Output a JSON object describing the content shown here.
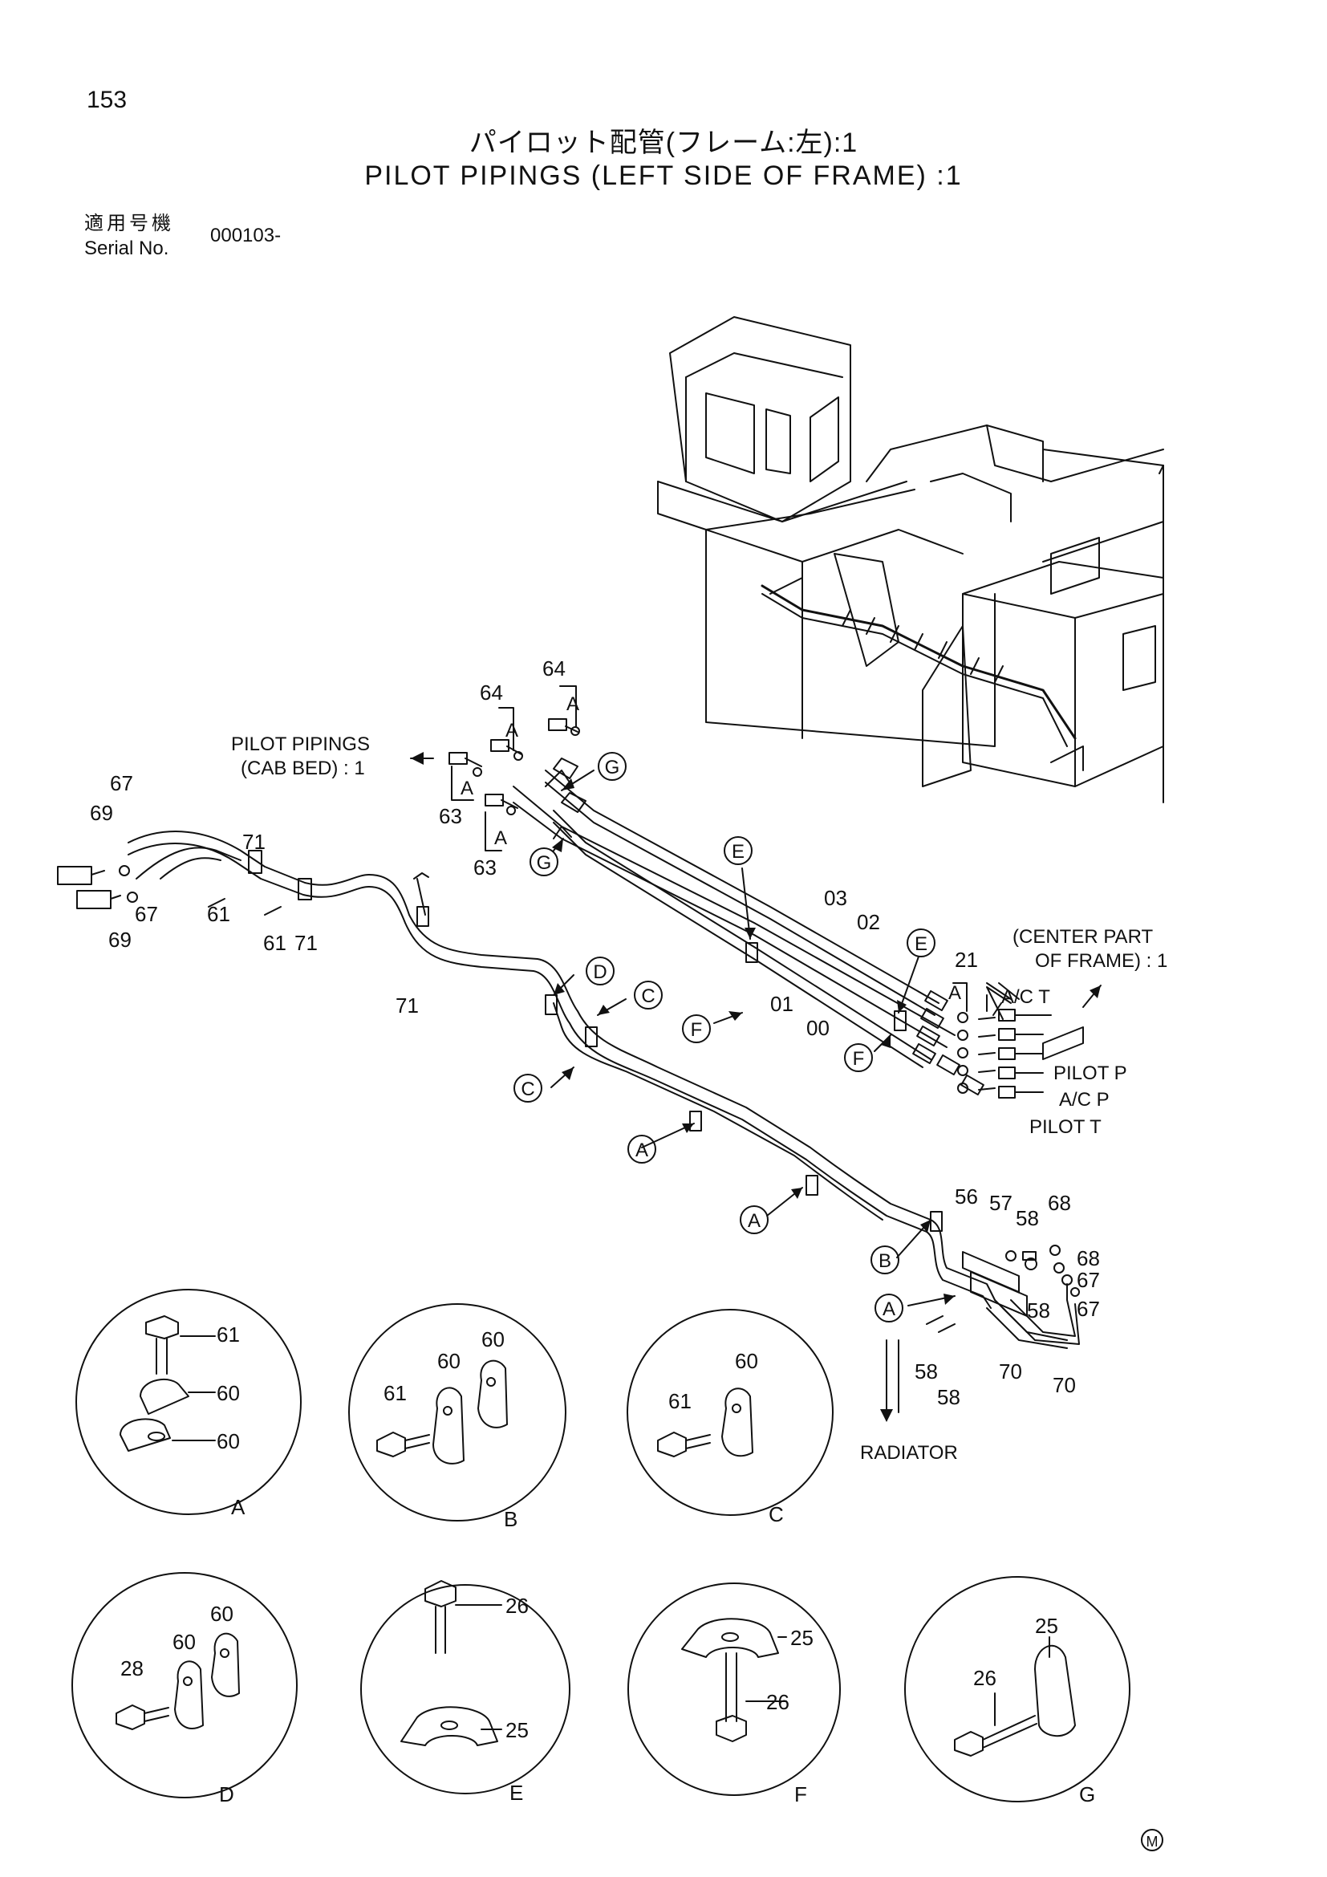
{
  "page_number": "153",
  "title_jp": "パイロット配管(フレーム:左):1",
  "title_en": "PILOT PIPINGS (LEFT SIDE OF FRAME) :1",
  "serial": {
    "label_jp": "適用号機",
    "label_en": "Serial No.",
    "value": "000103-"
  },
  "notes": {
    "cab_bed_1": "PILOT PIPINGS",
    "cab_bed_2": "(CAB BED) : 1",
    "center_1": "(CENTER PART",
    "center_2": "OF FRAME) : 1",
    "radiator": "RADIATOR",
    "ac_t": "A/C  T",
    "pilot_p": "PILOT  P",
    "ac_p": "A/C  P",
    "pilot_t": "PILOT  T"
  },
  "part_labels": {
    "p00": "00",
    "p01": "01",
    "p02": "02",
    "p03": "03",
    "p21": "21",
    "p25": "25",
    "p26": "26",
    "p28": "28",
    "p56": "56",
    "p57": "57",
    "p58": "58",
    "p60": "60",
    "p61": "61",
    "p63": "63",
    "p64": "64",
    "p67": "67",
    "p68": "68",
    "p69": "69",
    "p70": "70",
    "p71": "71"
  },
  "callouts": {
    "A": "A",
    "B": "B",
    "C": "C",
    "D": "D",
    "E": "E",
    "F": "F",
    "G": "G"
  },
  "detail_views": [
    "A",
    "B",
    "C",
    "D",
    "E",
    "F",
    "G"
  ],
  "footer_mark": "M"
}
